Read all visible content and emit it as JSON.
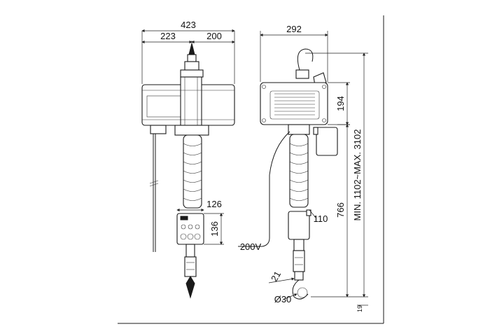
{
  "front_view": {
    "overall_width": "423",
    "left_width": "223",
    "right_width": "200",
    "pendant_width": "126",
    "pendant_height": "136"
  },
  "side_view": {
    "width": "292",
    "body_height": "194",
    "pendant_width": "110",
    "chain_length": "766",
    "lift_range": "MIN. 1102~MAX. 3102",
    "voltage": "200V",
    "hook_opening": "21",
    "hook_diameter": "Ø30",
    "bottom_offset": "19"
  }
}
